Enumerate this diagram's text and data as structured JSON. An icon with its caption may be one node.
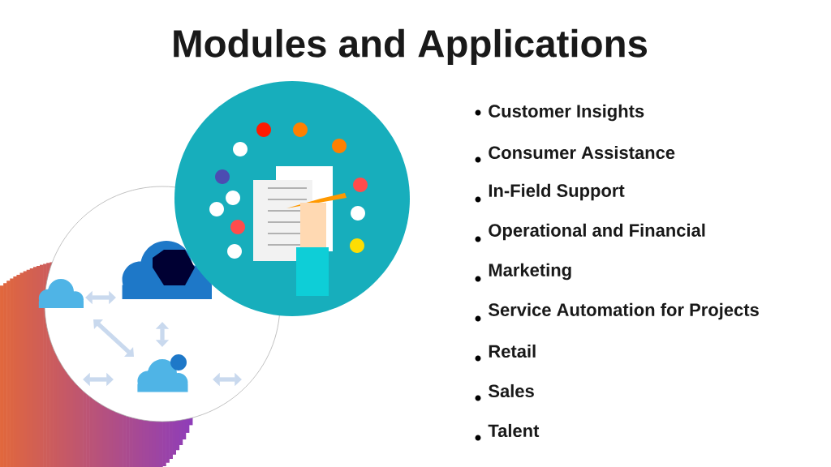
{
  "diagram": {
    "title": "Modules and Applications",
    "labels": [
      "Customer Insights",
      "Consumer Assistance",
      "In-Field Support",
      "Operational and Financial",
      "Marketing",
      "Service Automation for Projects",
      "Retail",
      "Sales",
      "Talent"
    ]
  }
}
